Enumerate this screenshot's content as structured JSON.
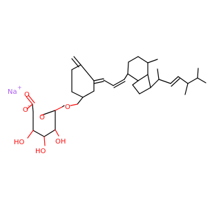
{
  "molecule": {
    "atoms": {
      "sodium": {
        "symbol": "Na",
        "charge": "+"
      },
      "carboxylate_oxygen": {
        "symbol": "O",
        "charge": "-"
      },
      "ring_oxygen": {
        "symbol": "O"
      },
      "glycoside_oxygen": {
        "symbol": "O"
      },
      "hydroxyl_1": {
        "symbol": "HO"
      },
      "hydroxyl_2": {
        "symbol": "HO"
      },
      "hydroxyl_3": {
        "symbol": "OH"
      },
      "carbonyl_oxygen": {
        "symbol": "O"
      }
    },
    "colors": {
      "carbon": "#000000",
      "oxygen": "#ff0d0d",
      "sodium": "#ab5cf2"
    }
  }
}
